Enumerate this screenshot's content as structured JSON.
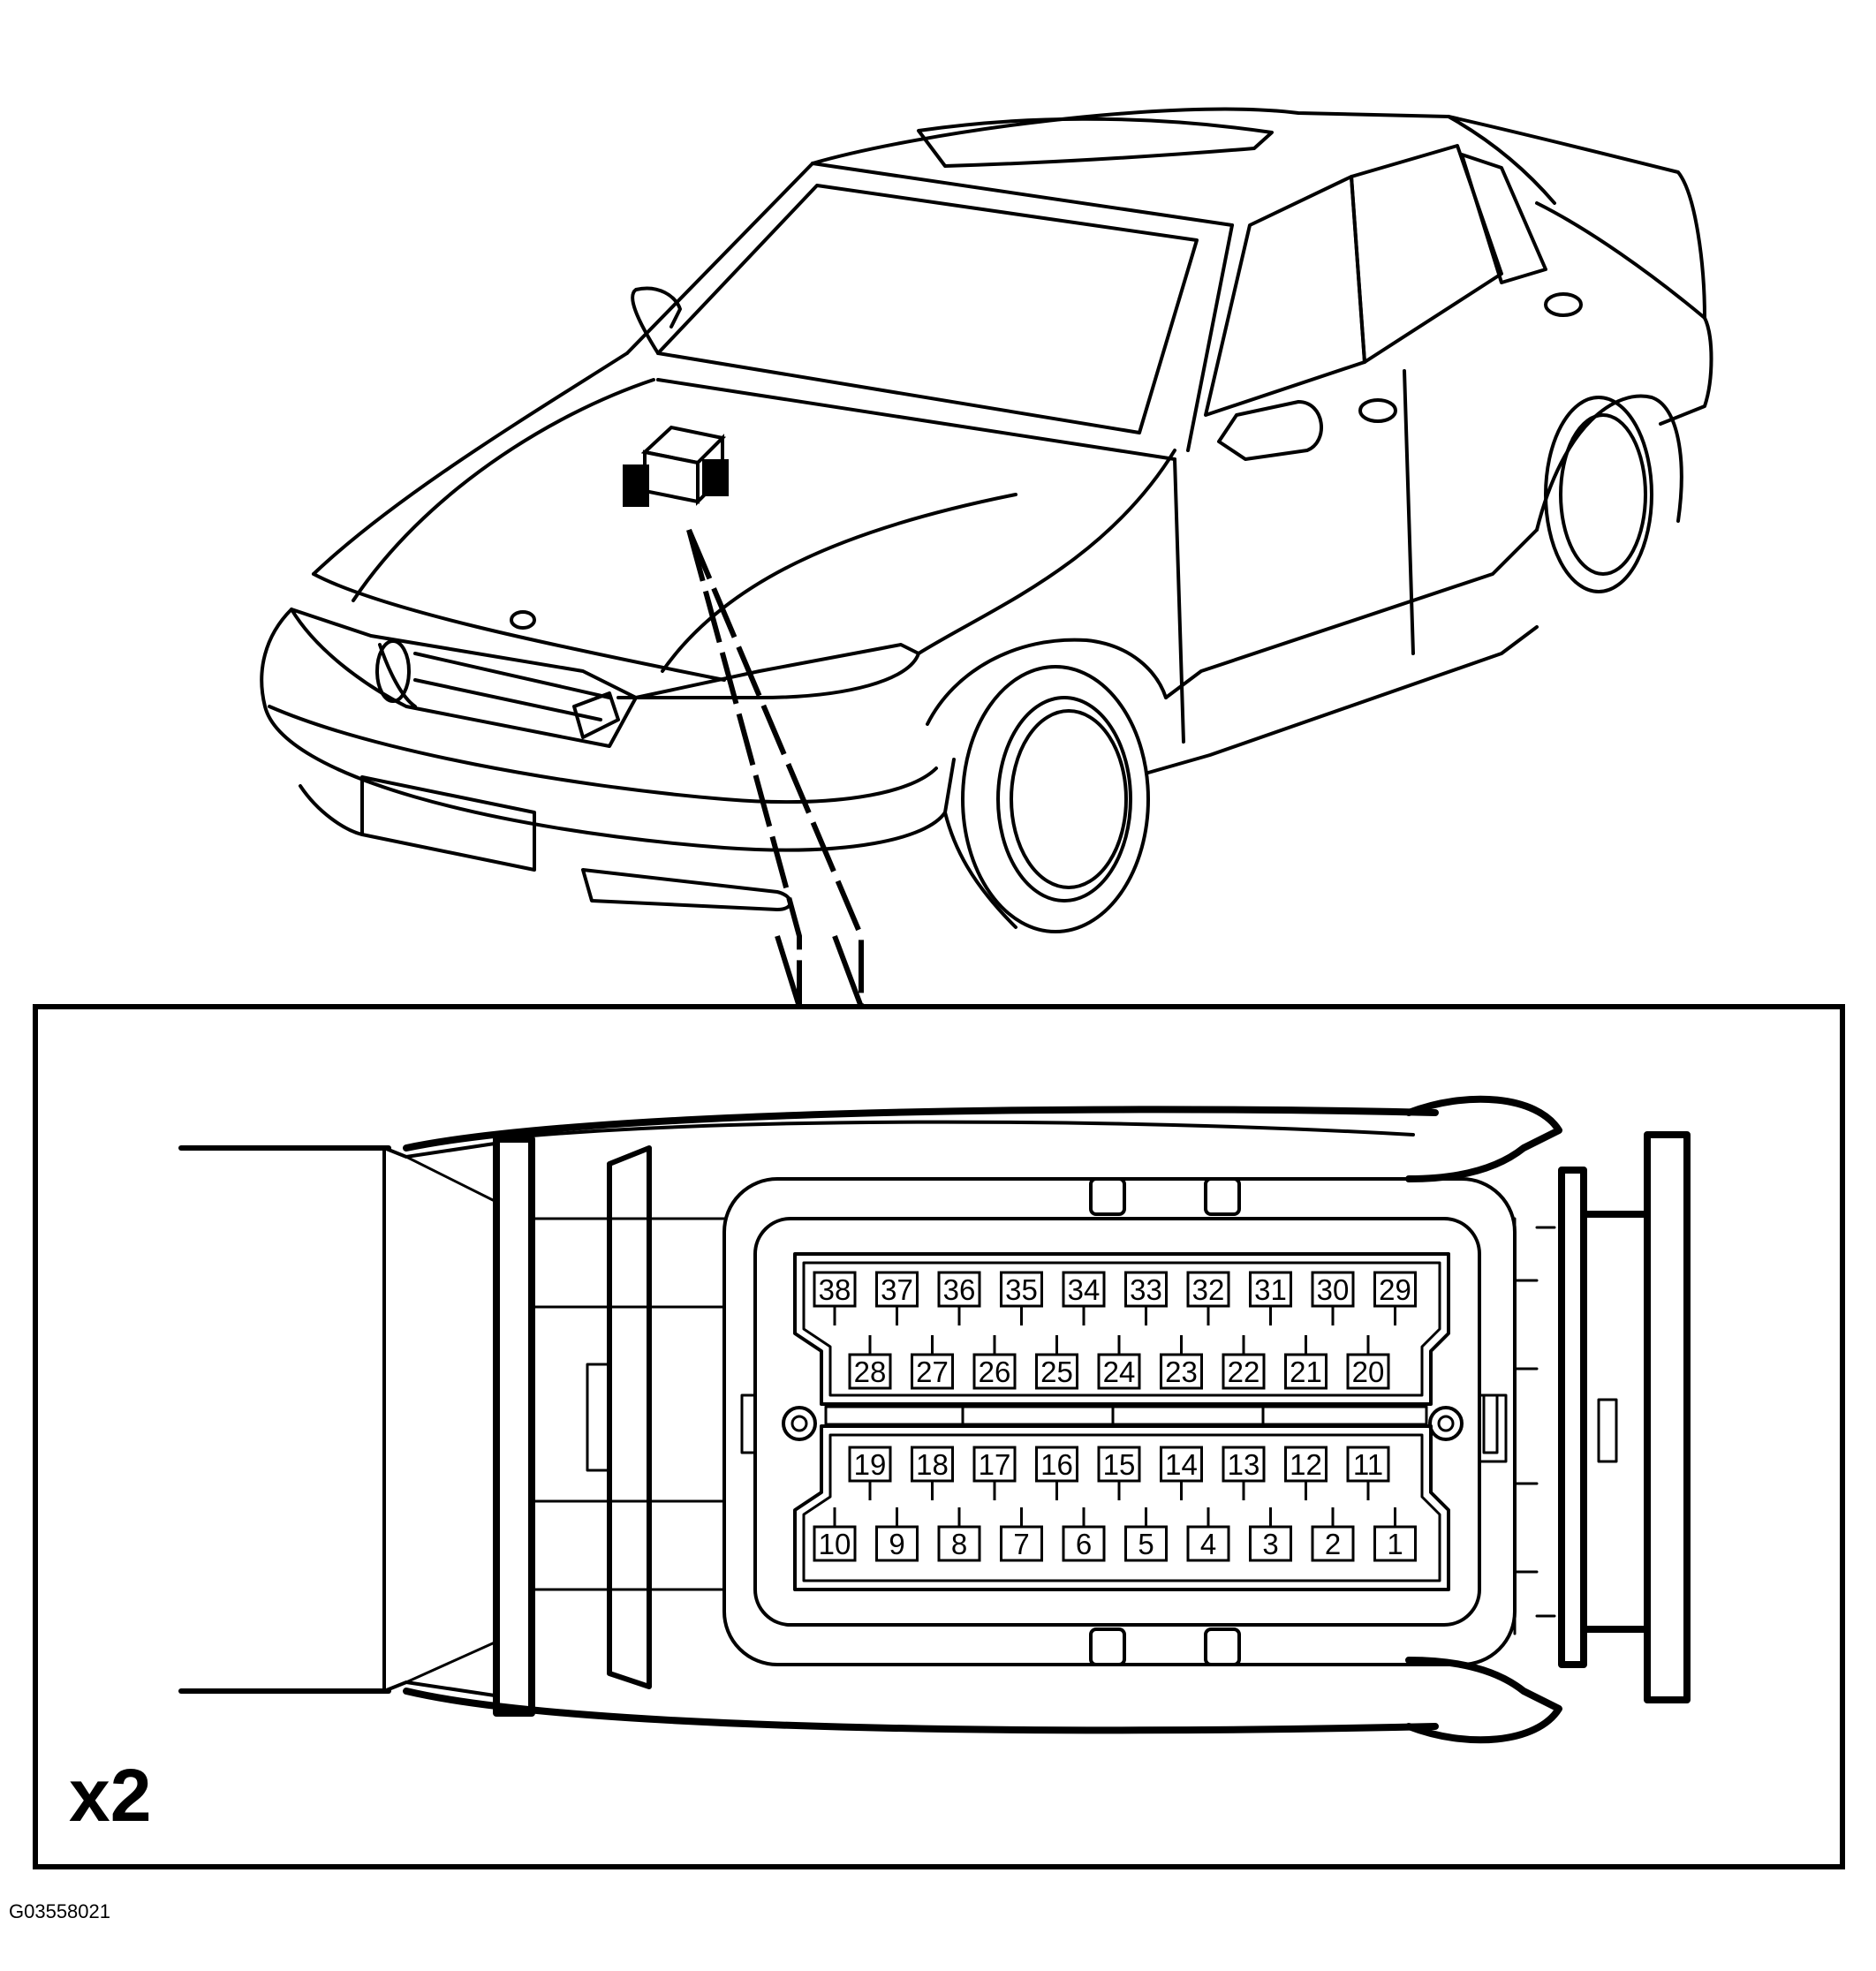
{
  "diagram": {
    "quantity_label": "x2",
    "figure_id": "G03558021",
    "connector": {
      "pin_rows": [
        [
          "38",
          "37",
          "36",
          "35",
          "34",
          "33",
          "32",
          "31",
          "30",
          "29"
        ],
        [
          "28",
          "27",
          "26",
          "25",
          "24",
          "23",
          "22",
          "21",
          "20"
        ],
        [
          "19",
          "18",
          "17",
          "16",
          "15",
          "14",
          "13",
          "12",
          "11"
        ],
        [
          "10",
          "9",
          "8",
          "7",
          "6",
          "5",
          "4",
          "3",
          "2",
          "1"
        ]
      ]
    },
    "colors": {
      "line": "#000000",
      "background": "#ffffff"
    }
  }
}
